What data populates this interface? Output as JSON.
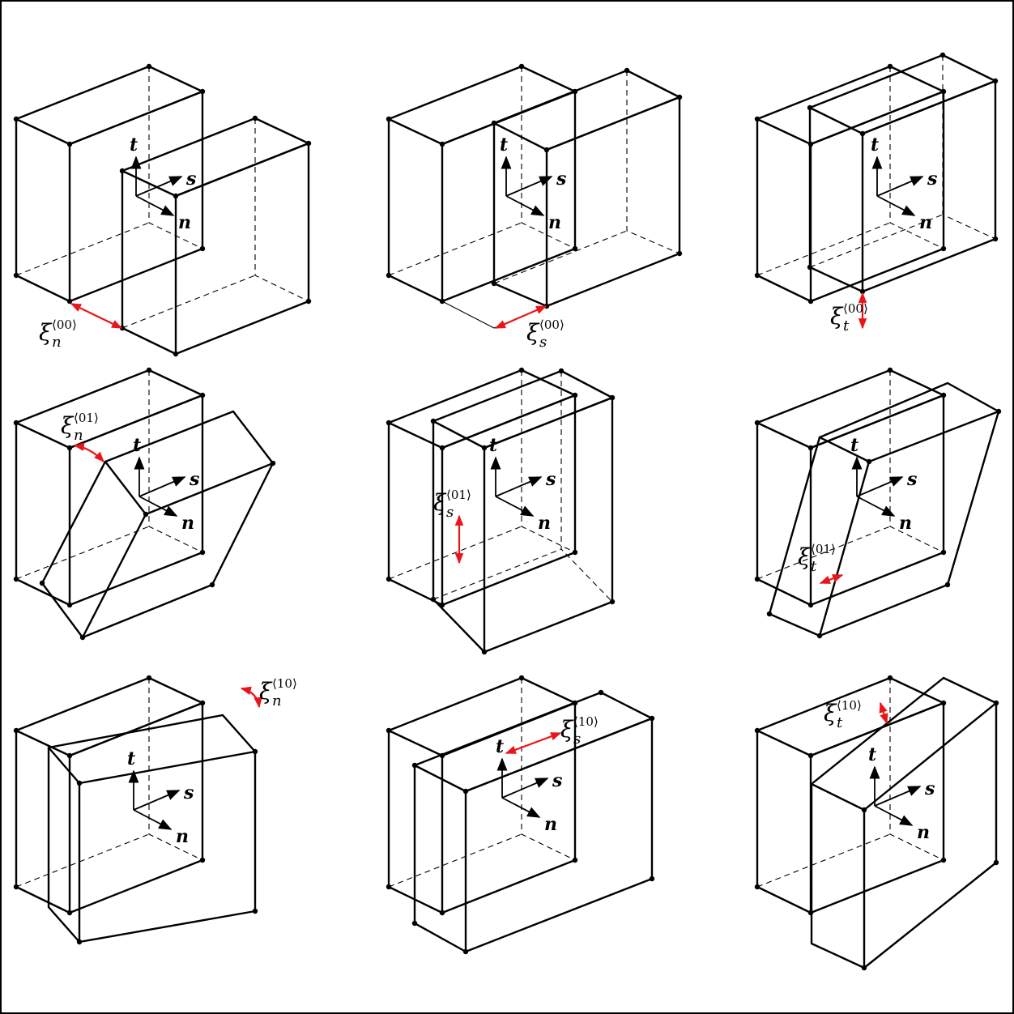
{
  "axes": {
    "t": "t",
    "s": "s",
    "n": "n"
  },
  "colors": {
    "annotation": "#e8161b",
    "line": "#000000"
  },
  "panels": [
    {
      "id": "00-n",
      "symbol": "ξ",
      "sub": "n",
      "sup": "⟨00⟩"
    },
    {
      "id": "00-s",
      "symbol": "ξ",
      "sub": "s",
      "sup": "⟨00⟩"
    },
    {
      "id": "00-t",
      "symbol": "ξ",
      "sub": "t",
      "sup": "⟨00⟩"
    },
    {
      "id": "01-n",
      "symbol": "ξ",
      "sub": "n",
      "sup": "⟨01⟩"
    },
    {
      "id": "01-s",
      "symbol": "ξ",
      "sub": "s",
      "sup": "⟨01⟩"
    },
    {
      "id": "01-t",
      "symbol": "ξ",
      "sub": "t",
      "sup": "⟨01⟩"
    },
    {
      "id": "10-n",
      "symbol": "ξ",
      "sub": "n",
      "sup": "⟨10⟩"
    },
    {
      "id": "10-s",
      "symbol": "ξ",
      "sub": "s",
      "sup": "⟨10⟩"
    },
    {
      "id": "10-t",
      "symbol": "ξ",
      "sub": "t",
      "sup": "⟨10⟩"
    }
  ]
}
